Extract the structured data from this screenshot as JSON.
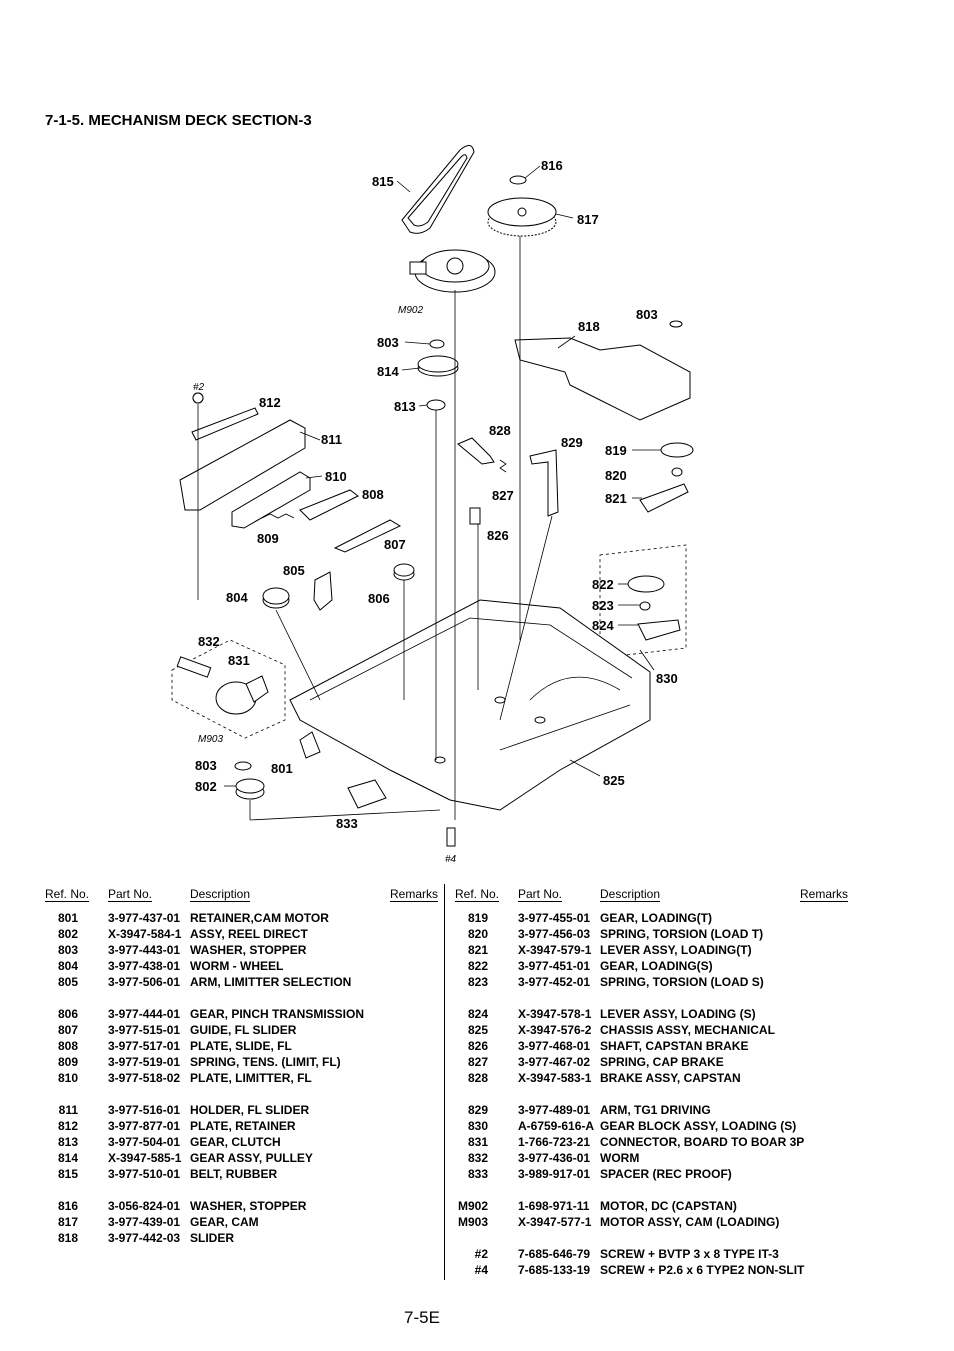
{
  "title": "7-1-5. MECHANISM DECK SECTION-3",
  "page_number": "7-5E",
  "diagram": {
    "callouts": [
      "815",
      "816",
      "817",
      "818",
      "803",
      "814",
      "813",
      "812",
      "811",
      "810",
      "808",
      "809",
      "807",
      "828",
      "829",
      "827",
      "826",
      "819",
      "820",
      "821",
      "805",
      "804",
      "806",
      "822",
      "823",
      "824",
      "830",
      "832",
      "831",
      "803",
      "801",
      "802",
      "833",
      "825"
    ],
    "italic_labels": [
      "M902",
      "#2",
      "M903",
      "#4"
    ]
  },
  "table_headers": {
    "ref_no": "Ref. No.",
    "part_no": "Part No.",
    "description": "Description",
    "remarks": "Remarks"
  },
  "left_rows": [
    {
      "ref": "801",
      "part": "3-977-437-01",
      "desc": "RETAINER,CAM MOTOR"
    },
    {
      "ref": "802",
      "part": "X-3947-584-1",
      "desc": "ASSY, REEL DIRECT"
    },
    {
      "ref": "803",
      "part": "3-977-443-01",
      "desc": "WASHER, STOPPER"
    },
    {
      "ref": "804",
      "part": "3-977-438-01",
      "desc": "WORM - WHEEL"
    },
    {
      "ref": "805",
      "part": "3-977-506-01",
      "desc": "ARM, LIMITTER SELECTION"
    },
    {
      "ref": "806",
      "part": "3-977-444-01",
      "desc": "GEAR, PINCH TRANSMISSION"
    },
    {
      "ref": "807",
      "part": "3-977-515-01",
      "desc": "GUIDE, FL SLIDER"
    },
    {
      "ref": "808",
      "part": "3-977-517-01",
      "desc": "PLATE, SLIDE, FL"
    },
    {
      "ref": "809",
      "part": "3-977-519-01",
      "desc": "SPRING, TENS. (LIMIT, FL)"
    },
    {
      "ref": "810",
      "part": "3-977-518-02",
      "desc": "PLATE, LIMITTER, FL"
    },
    {
      "ref": "811",
      "part": "3-977-516-01",
      "desc": "HOLDER, FL SLIDER"
    },
    {
      "ref": "812",
      "part": "3-977-877-01",
      "desc": "PLATE, RETAINER"
    },
    {
      "ref": "813",
      "part": "3-977-504-01",
      "desc": "GEAR, CLUTCH"
    },
    {
      "ref": "814",
      "part": "X-3947-585-1",
      "desc": "GEAR ASSY, PULLEY"
    },
    {
      "ref": "815",
      "part": "3-977-510-01",
      "desc": "BELT, RUBBER"
    },
    {
      "ref": "816",
      "part": "3-056-824-01",
      "desc": "WASHER, STOPPER"
    },
    {
      "ref": "817",
      "part": "3-977-439-01",
      "desc": "GEAR, CAM"
    },
    {
      "ref": "818",
      "part": "3-977-442-03",
      "desc": "SLIDER"
    }
  ],
  "right_rows": [
    {
      "ref": "819",
      "part": "3-977-455-01",
      "desc": "GEAR, LOADING(T)"
    },
    {
      "ref": "820",
      "part": "3-977-456-03",
      "desc": "SPRING, TORSION (LOAD T)"
    },
    {
      "ref": "821",
      "part": "X-3947-579-1",
      "desc": "LEVER ASSY, LOADING(T)"
    },
    {
      "ref": "822",
      "part": "3-977-451-01",
      "desc": "GEAR, LOADING(S)"
    },
    {
      "ref": "823",
      "part": "3-977-452-01",
      "desc": "SPRING, TORSION (LOAD S)"
    },
    {
      "ref": "824",
      "part": "X-3947-578-1",
      "desc": "LEVER ASSY, LOADING (S)"
    },
    {
      "ref": "825",
      "part": "X-3947-576-2",
      "desc": "CHASSIS ASSY, MECHANICAL"
    },
    {
      "ref": "826",
      "part": "3-977-468-01",
      "desc": "SHAFT, CAPSTAN BRAKE"
    },
    {
      "ref": "827",
      "part": "3-977-467-02",
      "desc": "SPRING, CAP BRAKE"
    },
    {
      "ref": "828",
      "part": "X-3947-583-1",
      "desc": "BRAKE ASSY, CAPSTAN"
    },
    {
      "ref": "829",
      "part": "3-977-489-01",
      "desc": "ARM, TG1 DRIVING"
    },
    {
      "ref": "830",
      "part": "A-6759-616-A",
      "desc": "GEAR BLOCK ASSY, LOADING (S)"
    },
    {
      "ref": "831",
      "part": "1-766-723-21",
      "desc": "CONNECTOR, BOARD TO BOAR 3P"
    },
    {
      "ref": "832",
      "part": "3-977-436-01",
      "desc": "WORM"
    },
    {
      "ref": "833",
      "part": "3-989-917-01",
      "desc": "SPACER (REC PROOF)"
    },
    {
      "ref": "M902",
      "part": "1-698-971-11",
      "desc": "MOTOR, DC (CAPSTAN)"
    },
    {
      "ref": "M903",
      "part": "X-3947-577-1",
      "desc": "MOTOR ASSY, CAM (LOADING)"
    },
    {
      "ref": "#2",
      "part": "7-685-646-79",
      "desc": "SCREW + BVTP 3 x 8 TYPE IT-3"
    },
    {
      "ref": "#4",
      "part": "7-685-133-19",
      "desc": "SCREW + P2.6 x 6 TYPE2 NON-SLIT"
    }
  ]
}
